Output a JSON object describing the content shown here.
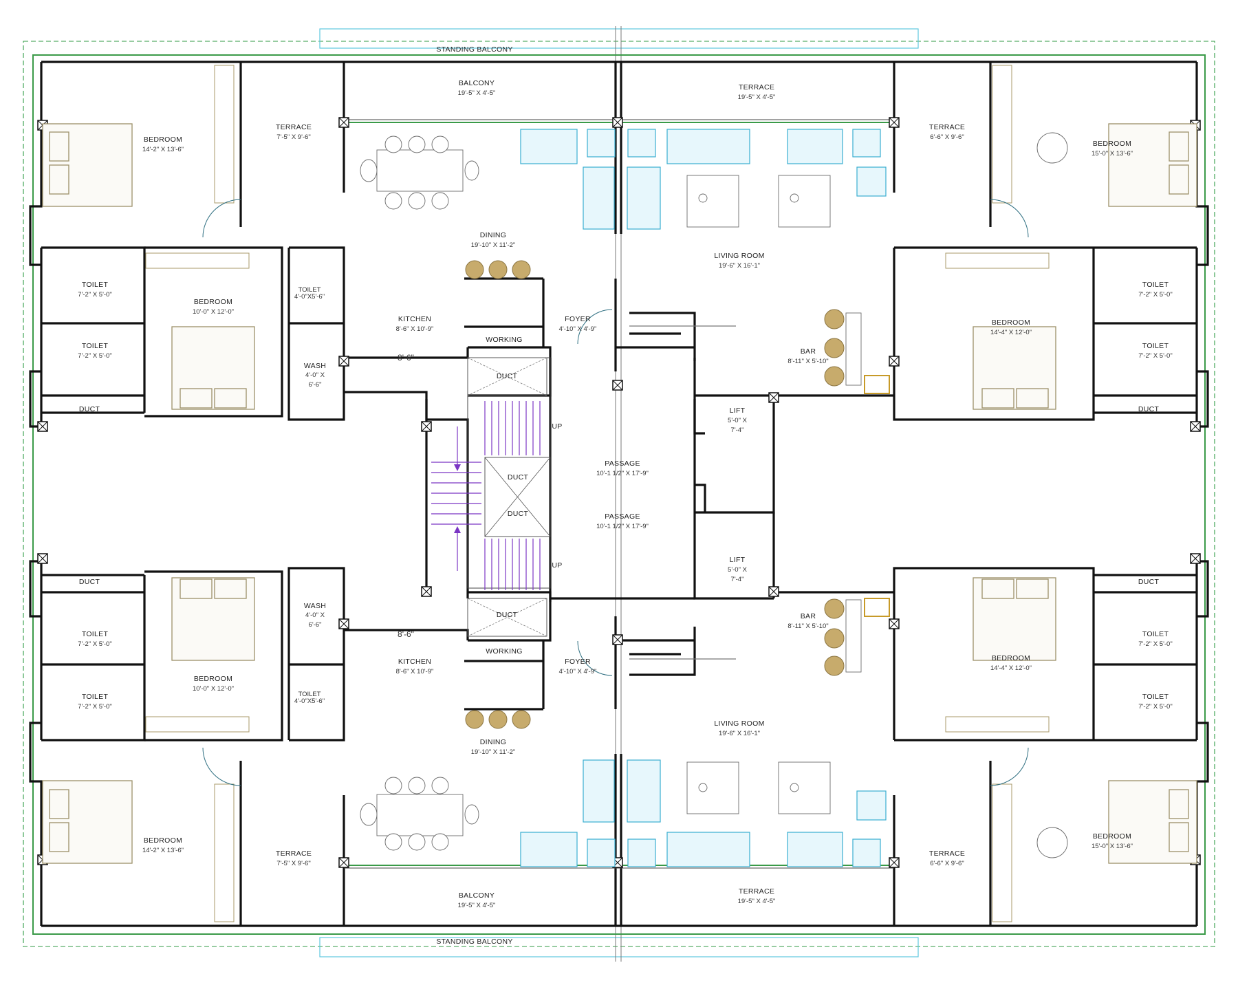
{
  "plan": {
    "labels": {
      "standing_balcony_top": "STANDING BALCONY",
      "standing_balcony_bottom": "STANDING BALCONY",
      "balcony": "BALCONY",
      "balcony_dim": "19'-5\" X 4'-5\"",
      "terrace_mid": "TERRACE",
      "terrace_mid_dim": "19'-5\" X 4'-5\"",
      "terrace_left": "TERRACE",
      "terrace_left_dim": "7'-5\" X 9'-6\"",
      "terrace_right": "TERRACE",
      "terrace_right_dim": "6'-6\" X 9'-6\"",
      "bedroom_tl": "BEDROOM",
      "bedroom_tl_dim": "14'-2\" X 13'-6\"",
      "bedroom_tr": "BEDROOM",
      "bedroom_tr_dim": "15'-0\" X 13'-6\"",
      "bedroom_ml": "BEDROOM",
      "bedroom_ml_dim": "10'-0\" X 12'-0\"",
      "bedroom_mr": "BEDROOM",
      "bedroom_mr_dim": "14'-4\" X 12'-0\"",
      "toilet": "TOILET",
      "toilet_dim": "7'-2\" X 5'-0\"",
      "toilet_small": "TOILET",
      "toilet_small_dim": "4'-0\"X5'-6\"",
      "duct": "DUCT",
      "wash": "WASH",
      "wash_dim1": "4'-0\" X",
      "wash_dim2": "6'-6\"",
      "kitchen": "KITCHEN",
      "kitchen_dim": "8'-6\" X 10'-9\"",
      "kitchen_width": "8'-6\"",
      "working": "WORKING",
      "dining": "DINING",
      "dining_dim": "19'-10\" X 11'-2\"",
      "living": "LIVING ROOM",
      "living_dim": "19'-6\" X 16'-1\"",
      "foyer": "FOYER",
      "foyer_dim": "4'-10\" X 4'-9\"",
      "bar": "BAR",
      "bar_dim": "8'-11\" X 5'-10\"",
      "lift": "LIFT",
      "lift_dim1": "5'-0\" X",
      "lift_dim2": "7'-4\"",
      "passage": "PASSAGE",
      "passage_dim": "10'-1 1/2\" X 17'-9\"",
      "up": "UP"
    }
  }
}
